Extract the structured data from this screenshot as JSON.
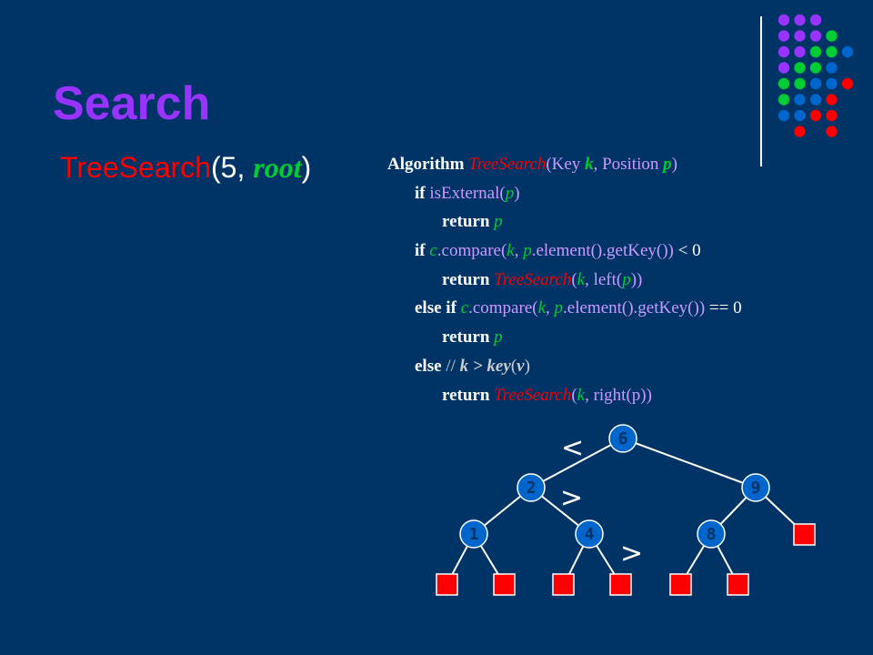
{
  "slide": {
    "title": "Search",
    "call": {
      "fn": "TreeSearch",
      "paren_open": "(",
      "first_arg": "5, ",
      "second_arg": "root",
      "paren_close": ")"
    }
  },
  "algorithm": {
    "l1": {
      "a": "Algorithm ",
      "b": "TreeSearch",
      "c": "(Key ",
      "d": "k",
      "e": ", Position ",
      "f": "p",
      "g": ")"
    },
    "l2": {
      "a": "if ",
      "b": "isExternal(",
      "c": "p",
      "d": ")"
    },
    "l3": {
      "a": "return ",
      "b": "p"
    },
    "l4": {
      "a": "if ",
      "b": "c",
      "c": ".compare(",
      "d": "k",
      "e": ", ",
      "f": "p",
      "g": ".element().getKey()) ",
      "h": "< 0"
    },
    "l5": {
      "a": "return ",
      "b": "TreeSearch",
      "c": "(",
      "d": "k",
      "e": ", left(",
      "f": "p",
      "g": "))"
    },
    "l6": {
      "a": "else if ",
      "b": "c",
      "c": ".compare(",
      "d": "k",
      "e": ", ",
      "f": "p",
      "g": ".element().getKey()) ",
      "h": "== 0"
    },
    "l7": {
      "a": "return ",
      "b": "p"
    },
    "l8": {
      "a": "else ",
      "b": "// ",
      "c": "k > key",
      "d": "(",
      "e": "v",
      "f": ")"
    },
    "l9": {
      "a": "return ",
      "b": "TreeSearch",
      "c": "(",
      "d": "k",
      "e": ", right(p))"
    }
  },
  "tree": {
    "node_color": "#0066cc",
    "leaf_color": "#ff0000",
    "internal_nodes": [
      "6",
      "2",
      "9",
      "1",
      "4",
      "8"
    ],
    "comparisons": [
      "<",
      ">",
      ">"
    ]
  },
  "decor": {
    "dot_colors": {
      "purple": "#9933ff",
      "green": "#00cc33",
      "blue": "#0066cc",
      "red": "#ff0000"
    }
  }
}
